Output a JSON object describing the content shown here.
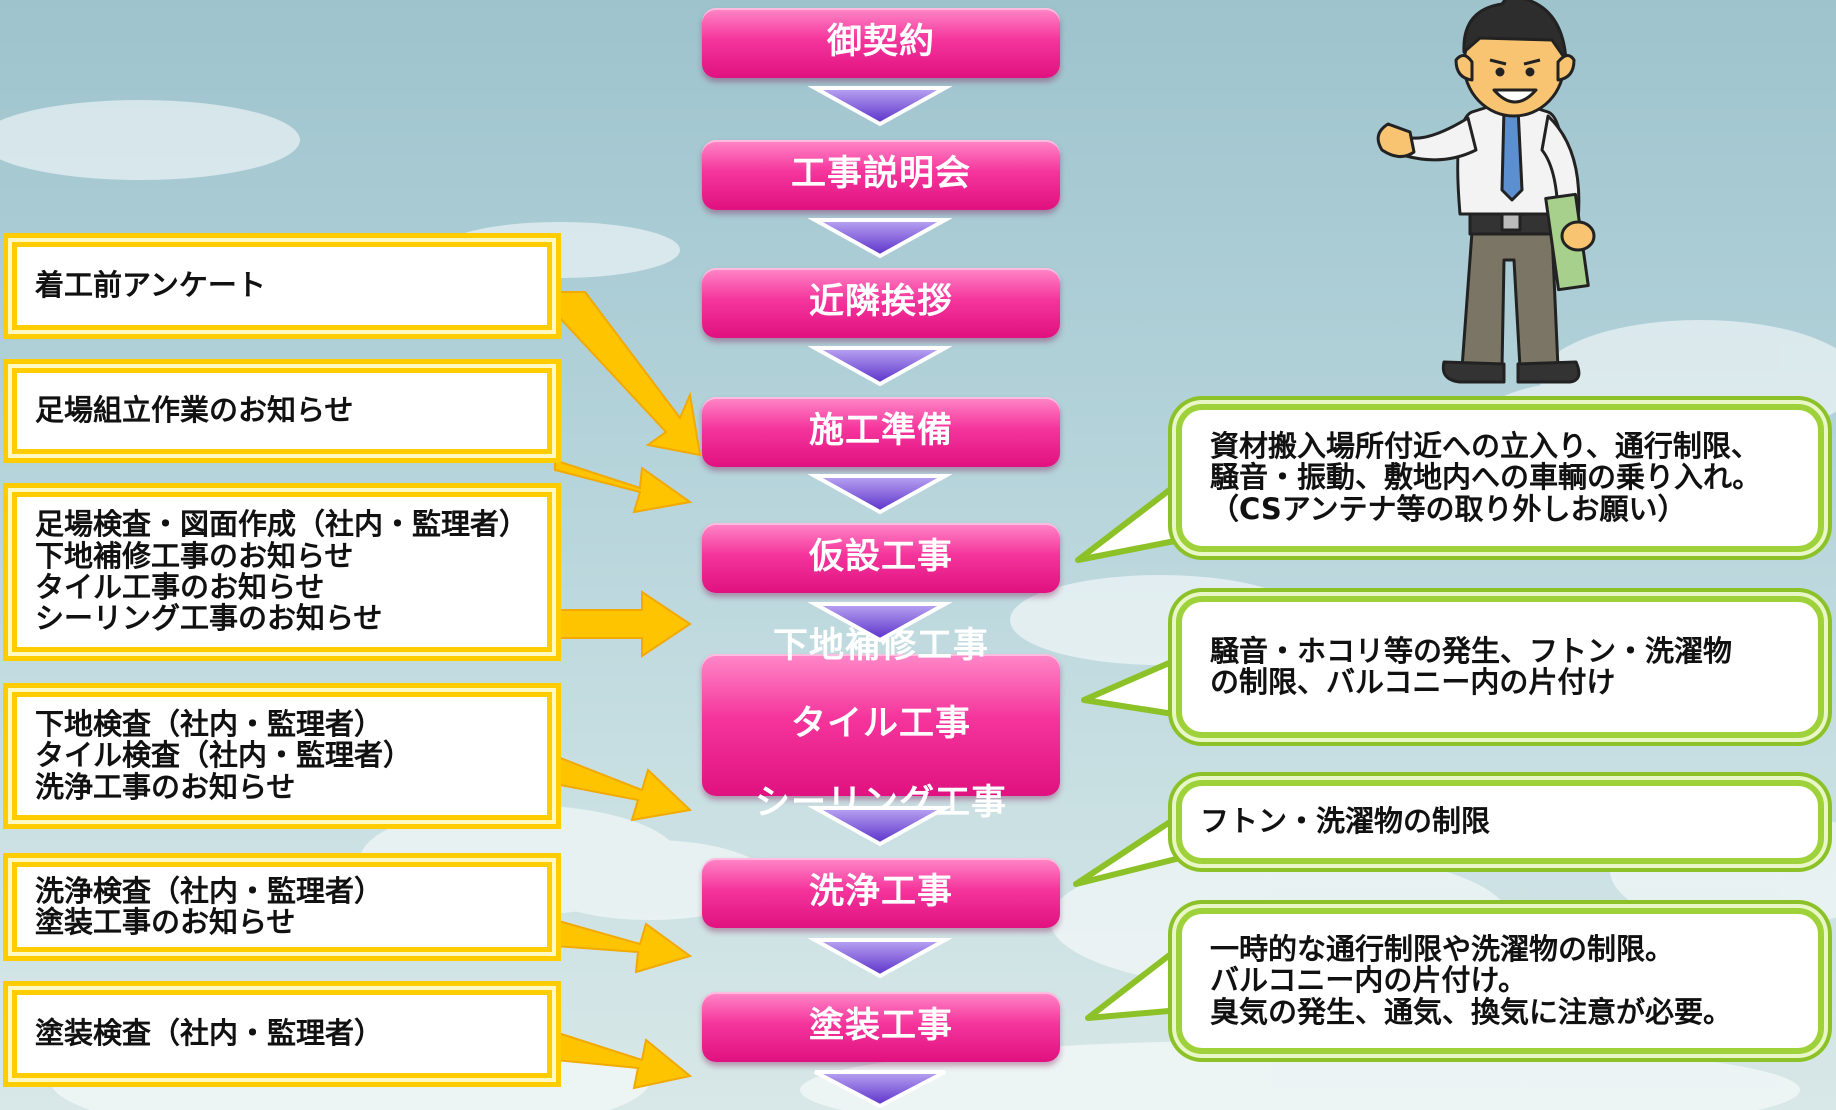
{
  "steps": [
    {
      "lines": [
        "御契約"
      ]
    },
    {
      "lines": [
        "工事説明会"
      ]
    },
    {
      "lines": [
        "近隣挨拶"
      ]
    },
    {
      "lines": [
        "施工準備"
      ]
    },
    {
      "lines": [
        "仮設工事"
      ]
    },
    {
      "lines": [
        "下地補修工事",
        "タイル工事",
        "シーリング工事"
      ]
    },
    {
      "lines": [
        "洗浄工事"
      ]
    },
    {
      "lines": [
        "塗装工事"
      ]
    }
  ],
  "notices": [
    {
      "lines": [
        "着工前アンケート"
      ]
    },
    {
      "lines": [
        "足場組立作業のお知らせ"
      ]
    },
    {
      "lines": [
        "足場検査・図面作成（社内・監理者）",
        "下地補修工事のお知らせ",
        "タイル工事のお知らせ",
        "シーリング工事のお知らせ"
      ]
    },
    {
      "lines": [
        "下地検査（社内・監理者）",
        "タイル検査（社内・監理者）",
        "洗浄工事のお知らせ"
      ]
    },
    {
      "lines": [
        "洗浄検査（社内・監理者）",
        "塗装工事のお知らせ"
      ]
    },
    {
      "lines": [
        "塗装検査（社内・監理者）"
      ]
    }
  ],
  "cautions": [
    {
      "lines": [
        "資材搬入場所付近への立入り、通行制限、",
        "騒音・振動、敷地内への車輌の乗り入れ。",
        "（CSアンテナ等の取り外しお願い）"
      ]
    },
    {
      "lines": [
        "騒音・ホコリ等の発生、フトン・洗濯物",
        "の制限、バルコニー内の片付け"
      ]
    },
    {
      "lines": [
        "フトン・洗濯物の制限"
      ]
    },
    {
      "lines": [
        "一時的な通行制限や洗濯物の制限。",
        "バルコニー内の片付け。",
        "臭気の発生、通気、換気に注意が必要。"
      ]
    }
  ],
  "colors": {
    "step_pink": "#f5359c",
    "arrow_purple": "#6a3fd6",
    "notice_yellow": "#ffcc00",
    "callout_green": "#9fd23a"
  },
  "icons": {
    "guide": "businessman-guide-illustration",
    "flow_arrow": "down-triangle-arrow-icon",
    "notice_arrow": "yellow-pointer-arrow-icon"
  }
}
